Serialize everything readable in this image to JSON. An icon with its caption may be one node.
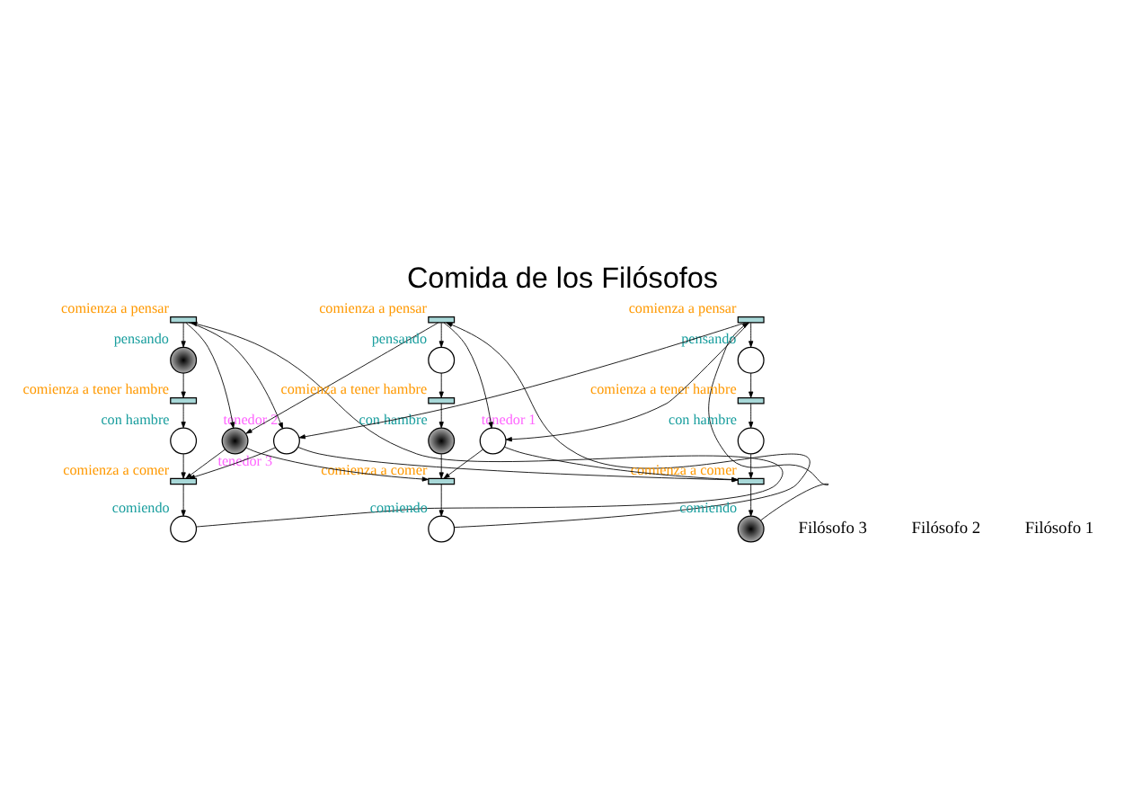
{
  "diagram": {
    "title": "Comida de los Filósofos",
    "nodes": [
      {
        "text": [],
        "shape": "bar",
        "beside": [
          "comienza a pensar"
        ]
      },
      {
        "text": [],
        "shape": "circle",
        "beside": [
          "pensando"
        ]
      },
      {
        "text": [],
        "shape": "bar",
        "beside": [
          "comienza a tener hambre"
        ]
      },
      {
        "text": [],
        "shape": "circle",
        "beside": [
          "con hambre"
        ]
      },
      {
        "text": [],
        "shape": "bar",
        "beside": [
          "comienza a comer"
        ]
      },
      {
        "text": [],
        "shape": "circle",
        "beside": [
          "comiendo"
        ]
      },
      {
        "text": [],
        "shape": "circle",
        "beside": [
          "tenedor 2"
        ]
      },
      {
        "text": [],
        "shape": "bar",
        "beside": [
          "comienza a pensar"
        ]
      },
      {
        "text": [],
        "shape": "circle",
        "beside": [
          "pensando"
        ]
      },
      {
        "text": [],
        "shape": "bar",
        "beside": [
          "comienza a tener hambre"
        ]
      },
      {
        "text": [],
        "shape": "circle",
        "beside": [
          "con hambre"
        ]
      },
      {
        "text": [],
        "shape": "bar",
        "beside": [
          "comienza a comer"
        ]
      },
      {
        "text": [],
        "shape": "circle",
        "beside": [
          "comiendo"
        ]
      },
      {
        "text": [],
        "shape": "circle",
        "beside": [
          "comiendo"
        ]
      },
      {
        "text": [],
        "shape": "bar",
        "beside": [
          "comienza a comer"
        ]
      },
      {
        "text": [],
        "shape": "circle",
        "beside": [
          "tenedor 3"
        ]
      },
      {
        "text": [],
        "shape": "circle",
        "beside": [
          "con hambre"
        ]
      },
      {
        "text": [],
        "shape": "circle",
        "beside": [
          "tenedor 1"
        ]
      },
      {
        "text": [],
        "shape": "bar",
        "beside": [
          "comienza a tener hambre"
        ]
      },
      {
        "text": [],
        "shape": "circle",
        "beside": [
          "pensando"
        ]
      },
      {
        "text": [],
        "shape": "bar",
        "beside": [
          "comienza a pensar"
        ]
      }
    ],
    "edges": [
      {
        "from": 0,
        "to": 1,
        "arrow": "to"
      },
      {
        "from": 1,
        "to": 2,
        "arrow": "to"
      },
      {
        "from": 2,
        "to": 3,
        "arrow": "to"
      },
      {
        "from": 3,
        "to": 4,
        "arrow": "to"
      },
      {
        "from": 4,
        "to": 5,
        "arrow": "to"
      },
      {
        "from": 5,
        "to": 0,
        "arrow": "to"
      },
      {
        "from": 7,
        "to": 8,
        "arrow": "to"
      },
      {
        "from": 8,
        "to": 9,
        "arrow": "to"
      },
      {
        "from": 9,
        "to": 10,
        "arrow": "to"
      },
      {
        "from": 10,
        "to": 11,
        "arrow": "to"
      },
      {
        "from": 11,
        "to": 12,
        "arrow": "to"
      },
      {
        "from": 12,
        "to": 7,
        "arrow": "to"
      },
      {
        "from": 20,
        "to": 19,
        "arrow": "to"
      },
      {
        "from": 19,
        "to": 18,
        "arrow": "to"
      },
      {
        "from": 18,
        "to": 16,
        "arrow": "to"
      },
      {
        "from": 16,
        "to": 14,
        "arrow": "to"
      },
      {
        "from": 14,
        "to": 13,
        "arrow": "to"
      },
      {
        "from": 13,
        "to": 20,
        "arrow": "to"
      },
      {
        "from": 0,
        "to": 6,
        "arrow": "to"
      },
      {
        "from": 0,
        "to": 15,
        "arrow": "to"
      },
      {
        "from": 6,
        "to": 4,
        "arrow": "to"
      },
      {
        "from": 15,
        "to": 4,
        "arrow": "to"
      },
      {
        "from": 7,
        "to": 6,
        "arrow": "to"
      },
      {
        "from": 7,
        "to": 17,
        "arrow": "to"
      },
      {
        "from": 6,
        "to": 11,
        "arrow": "to"
      },
      {
        "from": 17,
        "to": 11,
        "arrow": "to"
      },
      {
        "from": 20,
        "to": 15,
        "arrow": "to"
      },
      {
        "from": 20,
        "to": 17,
        "arrow": "to"
      },
      {
        "from": 15,
        "to": 14,
        "arrow": "to"
      },
      {
        "from": 17,
        "to": 14,
        "arrow": "to"
      }
    ],
    "labels": [
      "Filósofo 3",
      "Filósofo 2",
      "Filósofo 1"
    ]
  }
}
